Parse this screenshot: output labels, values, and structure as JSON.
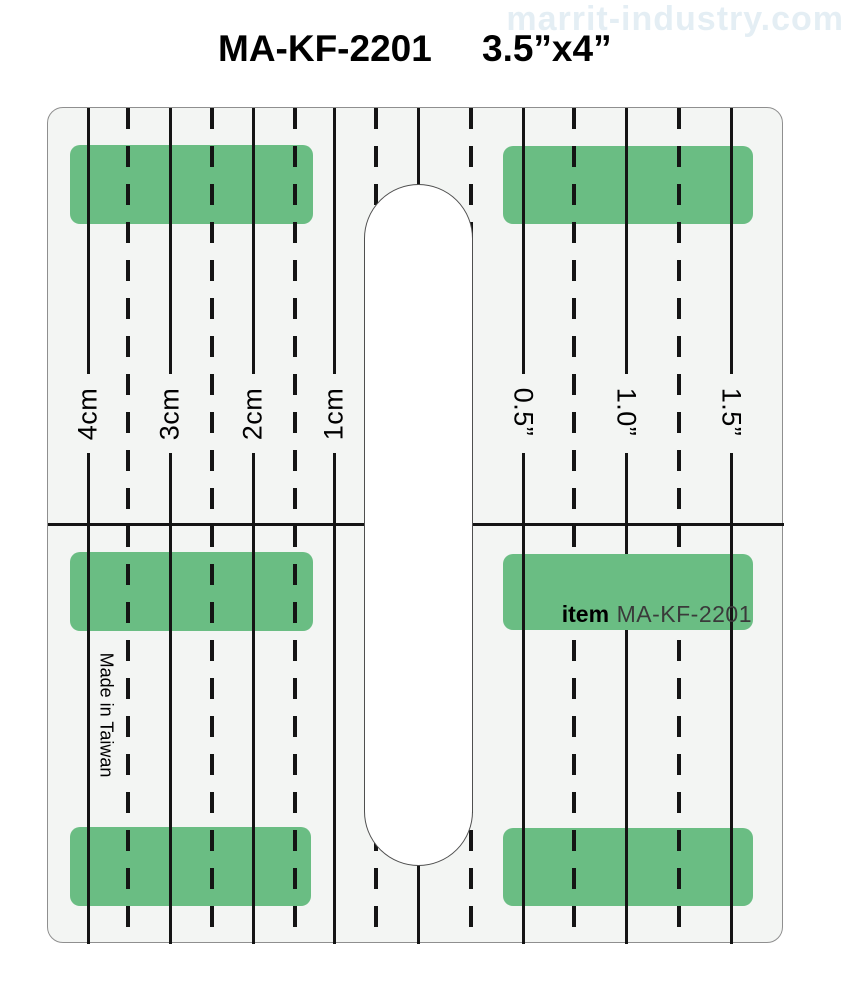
{
  "watermark": "marrit-industry.com",
  "title": {
    "model": "MA-KF-2201",
    "size": "3.5”x4”"
  },
  "labels": {
    "cm": [
      "4cm",
      "3cm",
      "2cm",
      "1cm"
    ],
    "inch": [
      "0.5”",
      "1.0”",
      "1.5”"
    ],
    "made_in": "Made in Taiwan",
    "item_prefix": "item",
    "item_value": "MA-KF-2201"
  },
  "colors": {
    "patch_green": "#6abd83",
    "line_black": "#141414",
    "template_bg": "#f3f5f3",
    "watermark_blue": "#e4eef4"
  }
}
